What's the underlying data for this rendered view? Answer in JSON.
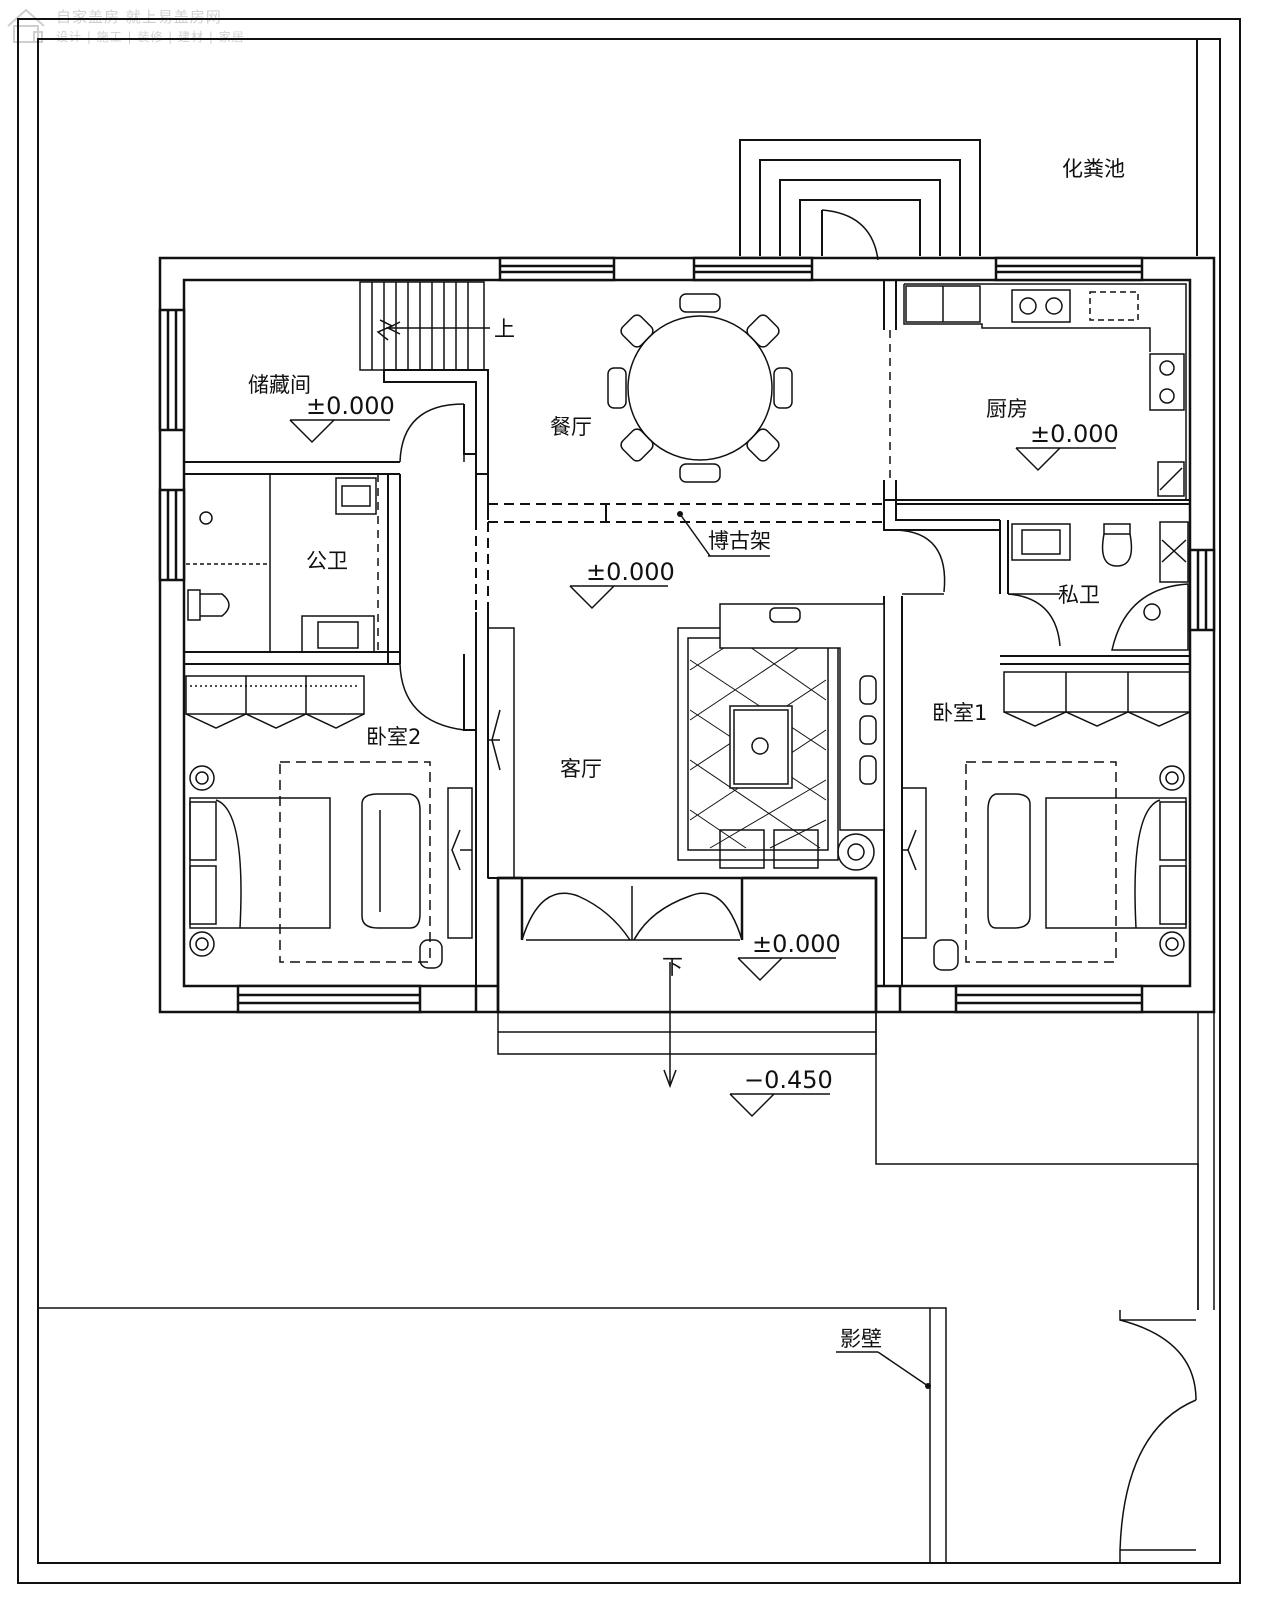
{
  "watermark": {
    "line1": "自家盖房 就上易盖房网",
    "line2": "设计 | 施工 | 装修 | 建材 | 家居"
  },
  "rooms": {
    "storage": "储藏间",
    "dining": "餐厅",
    "kitchen": "厨房",
    "public_bath": "公卫",
    "living": "客厅",
    "bedroom2": "卧室2",
    "bedroom1": "卧室1",
    "private_bath": "私卫"
  },
  "annotations": {
    "septic_tank": "化粪池",
    "curio_shelf": "博古架",
    "screen_wall": "影壁",
    "stair_up": "上",
    "stair_down": "下"
  },
  "elevations": {
    "storage": "±0.000",
    "kitchen": "±0.000",
    "hall": "±0.000",
    "porch": "±0.000",
    "yard": "−0.450"
  }
}
